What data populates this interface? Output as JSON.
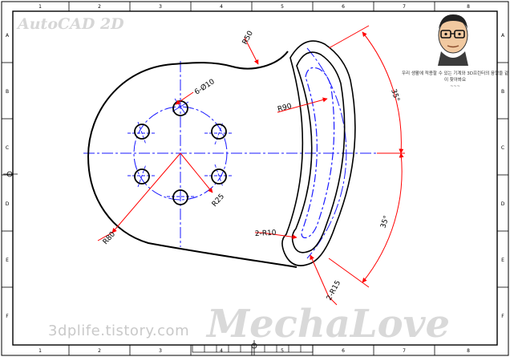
{
  "sheet": {
    "brand": "AutoCAD 2D",
    "footer_url": "3dplife.tistory.com",
    "watermark": "MechaLove",
    "note": "우리 생활에 적용할 수 있는 기계와 3D프린터의 융합을 같이 찾아봐요",
    "note_tag": "~~~",
    "column_labels": [
      "1",
      "2",
      "3",
      "4",
      "5",
      "6",
      "7",
      "8"
    ],
    "row_labels": [
      "A",
      "B",
      "C",
      "D",
      "E",
      "F"
    ]
  },
  "drawing": {
    "dims": {
      "r50_top": "R50",
      "holes": "6-Ø10",
      "r90": "R90",
      "r25": "R25",
      "r80": "R80",
      "r10": "2-R10",
      "r15": "2-R15",
      "angle_upper": "35°",
      "angle_lower": "35°"
    }
  },
  "colors": {
    "outline": "#000000",
    "center_line": "#1a1aff",
    "dimension": "#ff0000",
    "frame": "#000000"
  },
  "icons": {
    "avatar": "cartoon-face-with-glasses",
    "center_mark": "frame-center-mark"
  }
}
